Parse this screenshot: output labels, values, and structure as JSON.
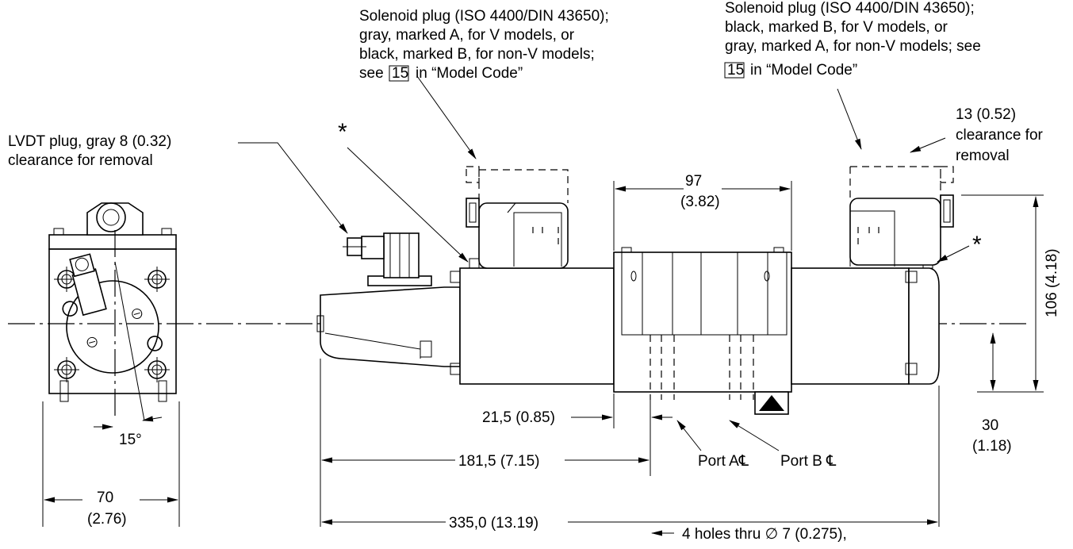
{
  "callouts": {
    "solenoid_left": [
      "Solenoid plug (ISO 4400/DIN 43650);",
      "gray, marked A, for V models, or",
      "black, marked B, for non-V models;",
      "see",
      "15",
      "in “Model Code”"
    ],
    "solenoid_right": [
      "Solenoid plug (ISO 4400/DIN 43650);",
      "black, marked B, for V models, or",
      "gray, marked A, for non-V models; see",
      "15",
      "in “Model Code”"
    ],
    "lvdt": [
      "LVDT plug, gray 8 (0.32)",
      "clearance for removal"
    ],
    "clearance_right": [
      "13 (0.52)",
      "clearance for",
      "removal"
    ],
    "asterisk": "*",
    "port_a": "Port A℄",
    "port_b": "Port B ℄",
    "holes_note": "4 holes thru ∅ 7 (0.275),"
  },
  "dimensions": {
    "d97": [
      "97",
      "(3.82)"
    ],
    "d106": "106 (4.18)",
    "d30": [
      "30",
      "(1.18)"
    ],
    "d21_5": "21,5 (0.85)",
    "d181_5": "181,5 (7.15)",
    "d335": "335,0 (13.19)",
    "d70": [
      "70",
      "(2.76)"
    ],
    "angle": "15°"
  }
}
